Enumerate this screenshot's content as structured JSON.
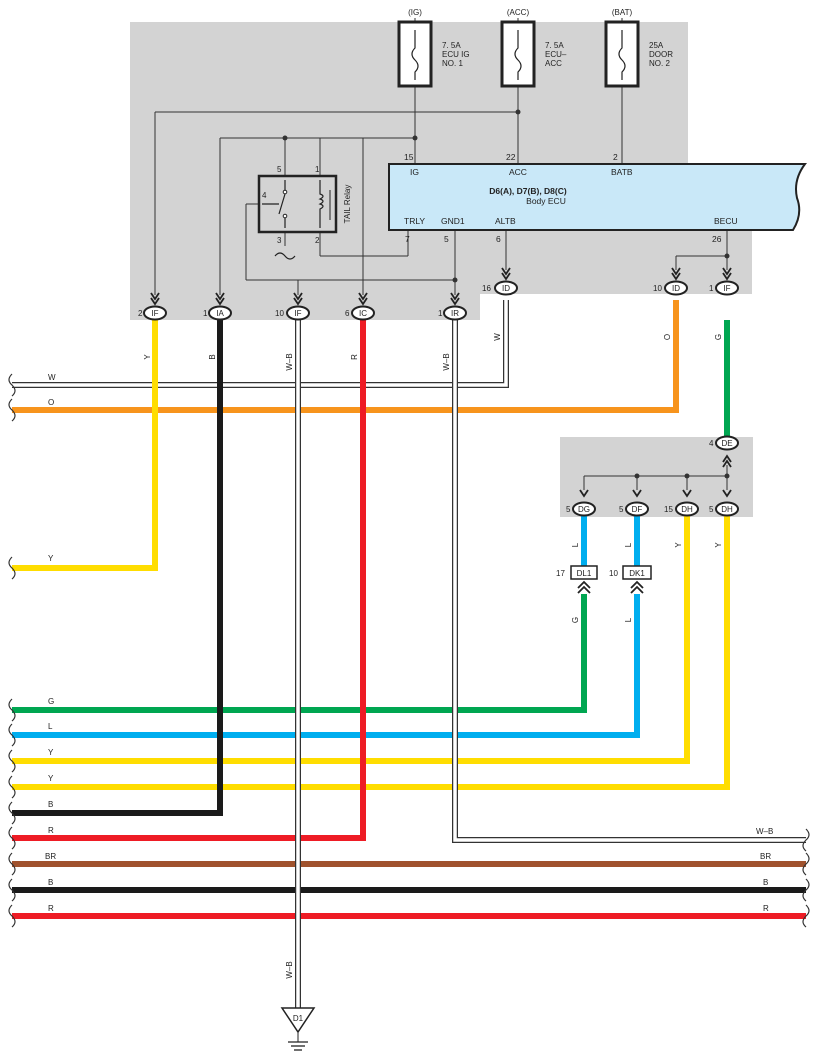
{
  "fuses": [
    {
      "supply": "(IG)",
      "rating": "7. 5A",
      "line2": "ECU IG",
      "line3": "NO. 1"
    },
    {
      "supply": "(ACC)",
      "rating": "7. 5A",
      "line2": "ECU–",
      "line3": "ACC"
    },
    {
      "supply": "(BAT)",
      "rating": "25A",
      "line2": "DOOR",
      "line3": "NO. 2"
    }
  ],
  "ecu": {
    "title": "D6(A), D7(B), D8(C)",
    "subtitle": "Body ECU",
    "top_pins": [
      {
        "num": "15",
        "name": "IG"
      },
      {
        "num": "22",
        "name": "ACC"
      },
      {
        "num": "2",
        "name": "BATB"
      }
    ],
    "bottom_pins": [
      {
        "num": "7",
        "name": "TRLY"
      },
      {
        "num": "5",
        "name": "GND1"
      },
      {
        "num": "6",
        "name": "ALTB"
      },
      {
        "num": "26",
        "name": "BECU"
      }
    ]
  },
  "relay": {
    "label": "TAIL Relay",
    "pins": [
      "5",
      "1",
      "4",
      "3",
      "2"
    ]
  },
  "top_connectors": [
    {
      "pin": "2",
      "name": "IF",
      "wire": "Y"
    },
    {
      "pin": "1",
      "name": "IA",
      "wire": "B"
    },
    {
      "pin": "10",
      "name": "IF",
      "wire": "W–B"
    },
    {
      "pin": "6",
      "name": "IC",
      "wire": "R"
    },
    {
      "pin": "1",
      "name": "IR",
      "wire": "W–B"
    },
    {
      "pin": "16",
      "name": "ID",
      "wire": "W"
    },
    {
      "pin": "10",
      "name": "ID",
      "wire": "O"
    },
    {
      "pin": "1",
      "name": "IF",
      "wire": "G"
    }
  ],
  "junction": {
    "in_connector": {
      "pin": "4",
      "name": "DE"
    },
    "out_connectors": [
      {
        "pin": "5",
        "name": "DG",
        "wire": "L"
      },
      {
        "pin": "5",
        "name": "DF",
        "wire": "L"
      },
      {
        "pin": "15",
        "name": "DH",
        "wire": "Y"
      },
      {
        "pin": "5",
        "name": "DH",
        "wire": "Y"
      }
    ]
  },
  "inline_connectors": [
    {
      "pin": "17",
      "name": "DL1",
      "wire_below": "G"
    },
    {
      "pin": "10",
      "name": "DK1",
      "wire_below": "L"
    }
  ],
  "left_wires": [
    "W",
    "O",
    "Y",
    "G",
    "L",
    "Y",
    "Y",
    "B",
    "R",
    "BR",
    "B",
    "R"
  ],
  "right_wires": [
    "W–B",
    "BR",
    "B",
    "R"
  ],
  "ground": {
    "wire": "W–B",
    "name": "D1"
  },
  "colors": {
    "panel": "#d3d3d3",
    "ecu_fill": "#c9e8f8",
    "Y": "#ffdd00",
    "B": "#1a1a1a",
    "R": "#ee1c25",
    "O": "#f7941d",
    "G": "#00a651",
    "L": "#00aeef",
    "BR": "#a0522d",
    "W": "#ffffff"
  }
}
